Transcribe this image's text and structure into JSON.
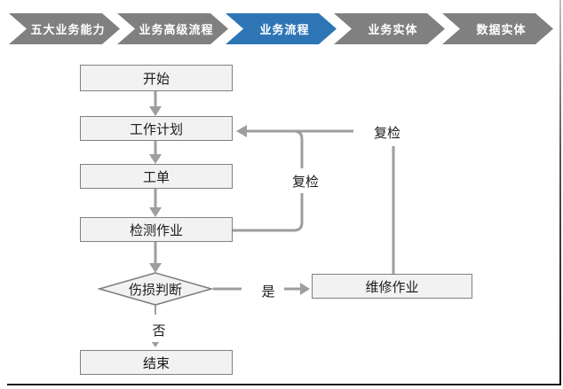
{
  "nav": {
    "colors": {
      "inactive": "#808080",
      "active": "#2E75B6"
    },
    "items": [
      {
        "label": "五大业务能力",
        "active": false
      },
      {
        "label": "业务高级流程",
        "active": false
      },
      {
        "label": "业务流程",
        "active": true
      },
      {
        "label": "业务实体",
        "active": false
      },
      {
        "label": "数据实体",
        "active": false
      }
    ]
  },
  "flowchart": {
    "colors": {
      "node_fill": "#F2F2F2",
      "node_border": "#808080",
      "connector": "#9E9E9E",
      "text": "#1A1A1A"
    },
    "nodes": [
      {
        "id": "start",
        "label": "开始",
        "shape": "rect"
      },
      {
        "id": "plan",
        "label": "工作计划",
        "shape": "rect"
      },
      {
        "id": "order",
        "label": "工单",
        "shape": "rect"
      },
      {
        "id": "inspect",
        "label": "检测作业",
        "shape": "rect"
      },
      {
        "id": "judge",
        "label": "伤损判断",
        "shape": "diamond"
      },
      {
        "id": "repair",
        "label": "维修作业",
        "shape": "rect"
      },
      {
        "id": "end",
        "label": "结束",
        "shape": "rect"
      }
    ],
    "edge_labels": {
      "recheck_inner": "复检",
      "recheck_outer": "复检",
      "yes": "是",
      "no": "否"
    }
  }
}
